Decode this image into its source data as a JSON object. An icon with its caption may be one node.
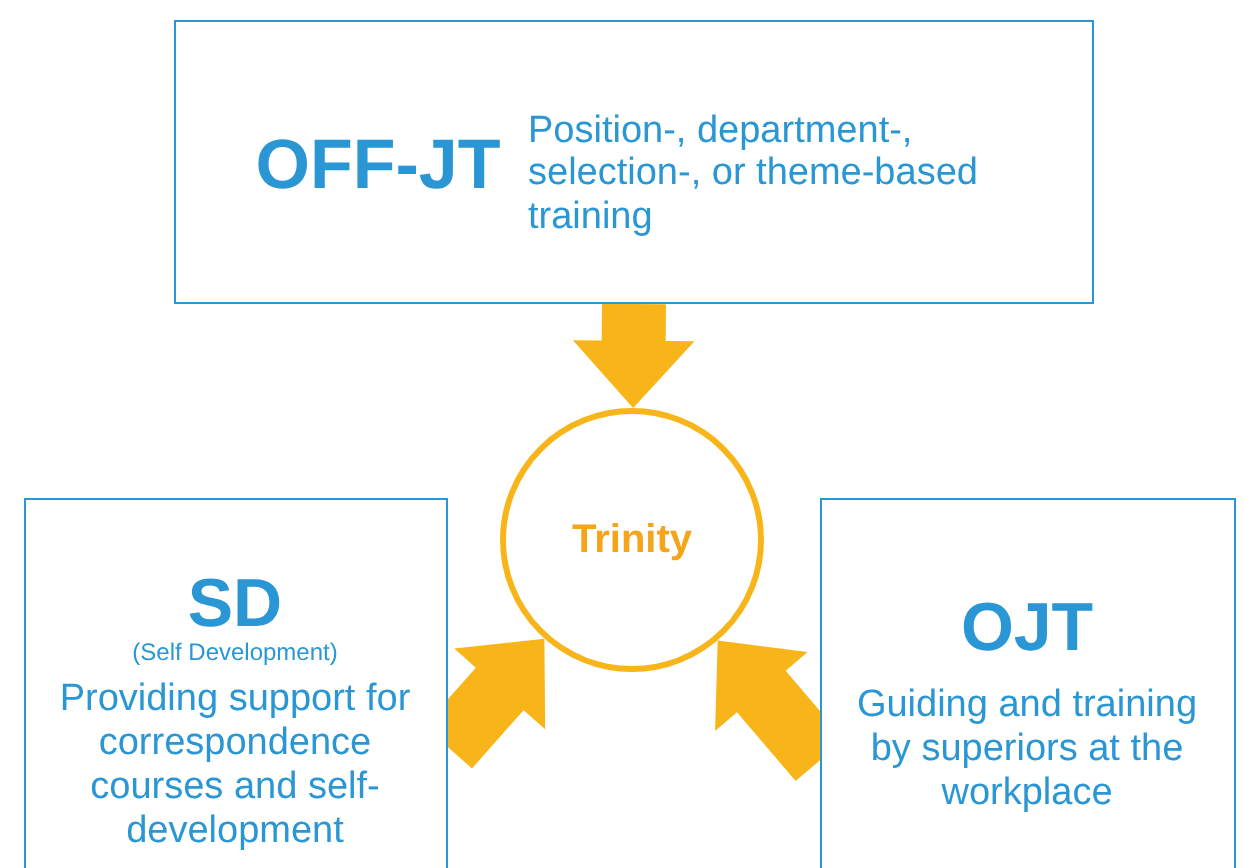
{
  "diagram": {
    "nodes": [
      {
        "text": [
          "OFF-JT",
          "Position-, department-, selection-, or theme-based training"
        ]
      },
      {
        "text": [
          "Trinity"
        ]
      },
      {
        "text": [
          "SD",
          "(Self Development)",
          "Providing support for correspondence courses and self-development"
        ]
      },
      {
        "text": [
          "OJT",
          "Guiding and training by superiors at the workplace"
        ]
      }
    ],
    "edges": [
      {
        "from": 0,
        "to": 1,
        "arrow": "to",
        "style": "thick"
      },
      {
        "from": 2,
        "to": 1,
        "arrow": "to",
        "style": "thick"
      },
      {
        "from": 3,
        "to": 1,
        "arrow": "to",
        "style": "thick"
      }
    ]
  }
}
